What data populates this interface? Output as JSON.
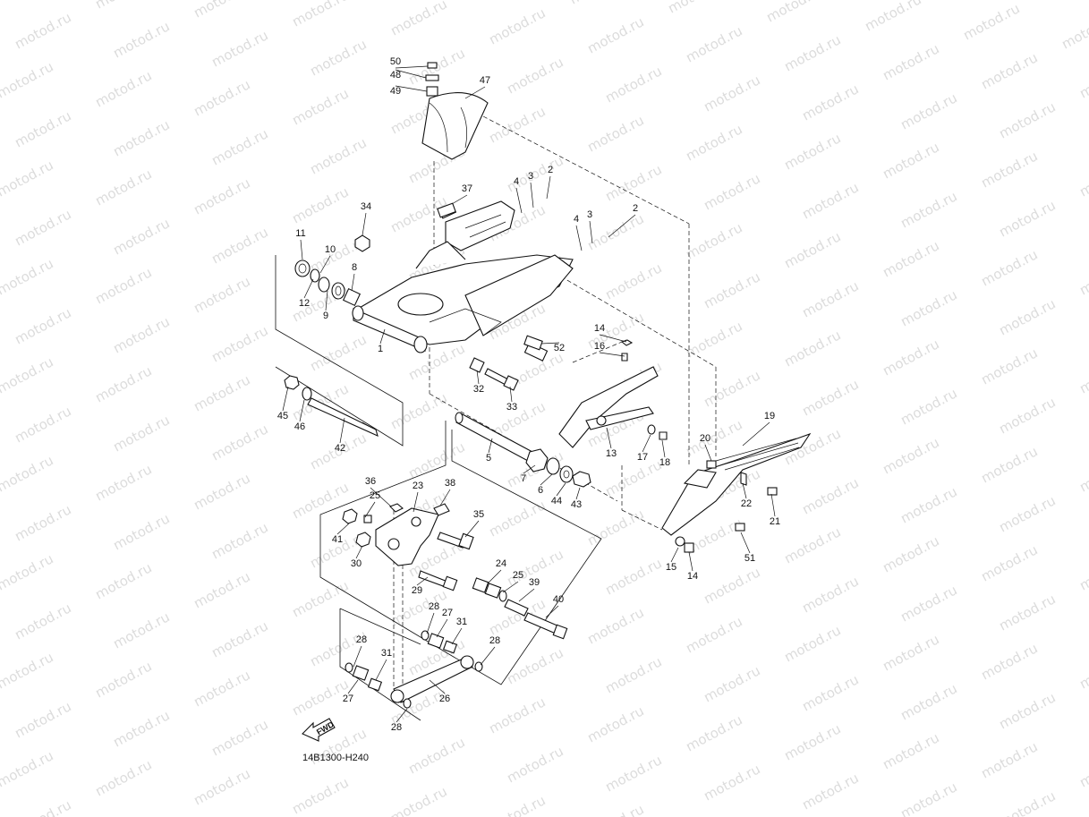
{
  "watermark": "motod.ru",
  "drawing_code": "14B1300-H240",
  "fwd_label": "FWD",
  "callouts": [
    "50",
    "48",
    "49",
    "47",
    "37",
    "4",
    "3",
    "2",
    "4",
    "3",
    "2",
    "34",
    "11",
    "10",
    "8",
    "12",
    "9",
    "1",
    "14",
    "16",
    "52",
    "32",
    "33",
    "45",
    "46",
    "42",
    "5",
    "7",
    "6",
    "44",
    "43",
    "13",
    "17",
    "18",
    "19",
    "20",
    "22",
    "21",
    "36",
    "25",
    "23",
    "38",
    "41",
    "35",
    "30",
    "24",
    "25",
    "39",
    "29",
    "40",
    "28",
    "27",
    "31",
    "28",
    "31",
    "28",
    "27",
    "26",
    "28",
    "15",
    "14",
    "51"
  ]
}
